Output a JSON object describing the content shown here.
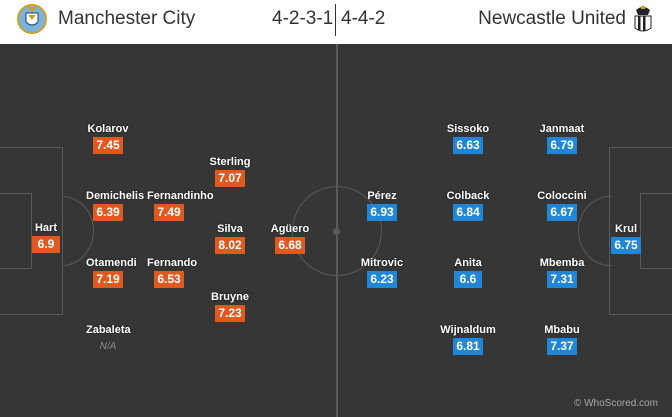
{
  "home": {
    "name": "Manchester City",
    "formation": "4-2-3-1",
    "color": "#e2591f",
    "players": [
      {
        "name": "Hart",
        "rating": "6.9"
      },
      {
        "name": "Kolarov",
        "rating": "7.45"
      },
      {
        "name": "Demichelis",
        "rating": "6.39"
      },
      {
        "name": "Otamendi",
        "rating": "7.19"
      },
      {
        "name": "Zabaleta",
        "rating": "N/A"
      },
      {
        "name": "Fernandinho",
        "rating": "7.49"
      },
      {
        "name": "Fernando",
        "rating": "6.53"
      },
      {
        "name": "Sterling",
        "rating": "7.07"
      },
      {
        "name": "Silva",
        "rating": "8.02"
      },
      {
        "name": "Bruyne",
        "rating": "7.23"
      },
      {
        "name": "Agüero",
        "rating": "6.68"
      }
    ]
  },
  "away": {
    "name": "Newcastle United",
    "formation": "4-4-2",
    "color": "#1f86d8",
    "players": [
      {
        "name": "Krul",
        "rating": "6.75"
      },
      {
        "name": "Janmaat",
        "rating": "6.79"
      },
      {
        "name": "Coloccini",
        "rating": "6.67"
      },
      {
        "name": "Mbemba",
        "rating": "7.31"
      },
      {
        "name": "Mbabu",
        "rating": "7.37"
      },
      {
        "name": "Sissoko",
        "rating": "6.63"
      },
      {
        "name": "Colback",
        "rating": "6.84"
      },
      {
        "name": "Anita",
        "rating": "6.6"
      },
      {
        "name": "Wijnaldum",
        "rating": "6.81"
      },
      {
        "name": "Pérez",
        "rating": "6.93"
      },
      {
        "name": "Mitrovic",
        "rating": "6.23"
      }
    ]
  },
  "credit": "© WhoScored.com",
  "icons": {
    "home_crest": "manchester-city-crest",
    "away_crest": "newcastle-united-crest"
  },
  "pitch_color": "#363636"
}
